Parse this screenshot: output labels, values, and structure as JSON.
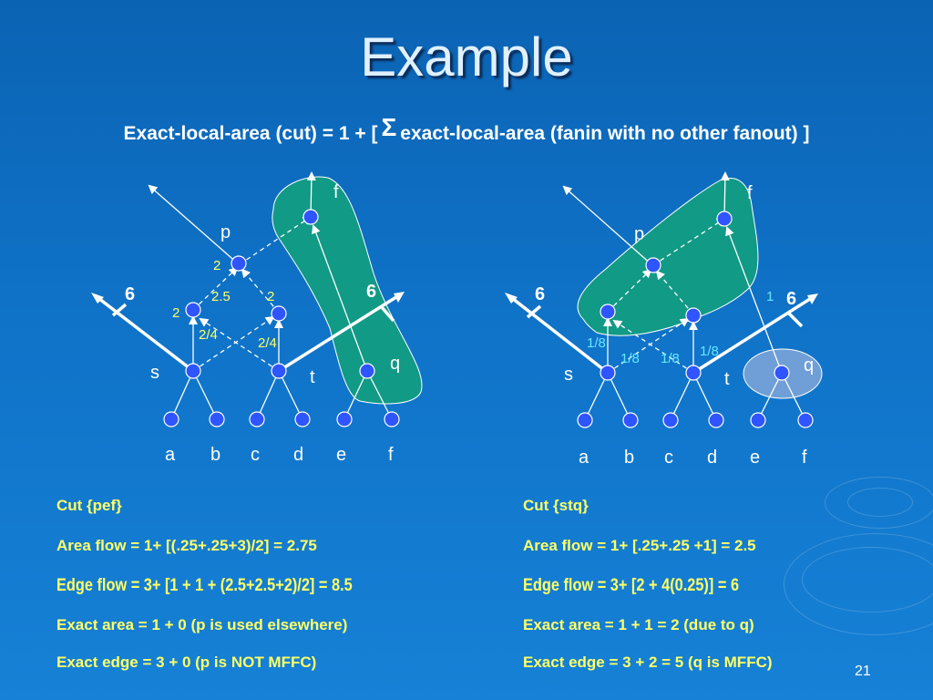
{
  "title": "Example",
  "formula": {
    "left": "Exact-local-area (cut) = 1 + [",
    "sigma": "Σ",
    "right": "exact-local-area (fanin with no other fanout) ]"
  },
  "left_diagram": {
    "labels": {
      "p": "p",
      "f_top": "f",
      "s": "s",
      "t": "t",
      "q": "q"
    },
    "bottom": [
      "a",
      "b",
      "c",
      "d",
      "e",
      "f"
    ],
    "cut_values": [
      "6",
      "6"
    ],
    "weights": [
      "2",
      "2.5",
      "2",
      "2",
      "2/4",
      "2/4"
    ]
  },
  "right_diagram": {
    "labels": {
      "p": "p",
      "f_top": "f",
      "s": "s",
      "t": "t",
      "q": "q"
    },
    "bottom": [
      "a",
      "b",
      "c",
      "d",
      "e",
      "f"
    ],
    "cut_values": [
      "6",
      "6"
    ],
    "weights": [
      "1",
      "1/8",
      "1/8",
      "1/8",
      "1/8"
    ]
  },
  "left_text": [
    "Cut {pef}",
    "Area flow = 1+ [(.25+.25+3)/2] = 2.75",
    "Edge flow = 3+ [1 + 1 + (2.5+2.5+2)/2] = 8.5",
    "Exact area = 1 + 0 (p is used elsewhere)",
    "Exact edge = 3 + 0 (p is NOT MFFC)"
  ],
  "right_text": [
    "Cut {stq}",
    "Area flow = 1+ [.25+.25 +1] = 2.5",
    "Edge flow = 3+ [2 + 4(0.25)] = 6",
    "Exact area = 1 + 1 = 2 (due to q)",
    "Exact edge = 3 + 2 = 5 (q is MFFC)"
  ],
  "page_number": "21",
  "colors": {
    "background": "#0f73c8",
    "region_fill": "#119a86",
    "node_fill": "#2f55ff",
    "text_yellow": "#ffff66",
    "text_cyan": "#66e6ff"
  }
}
